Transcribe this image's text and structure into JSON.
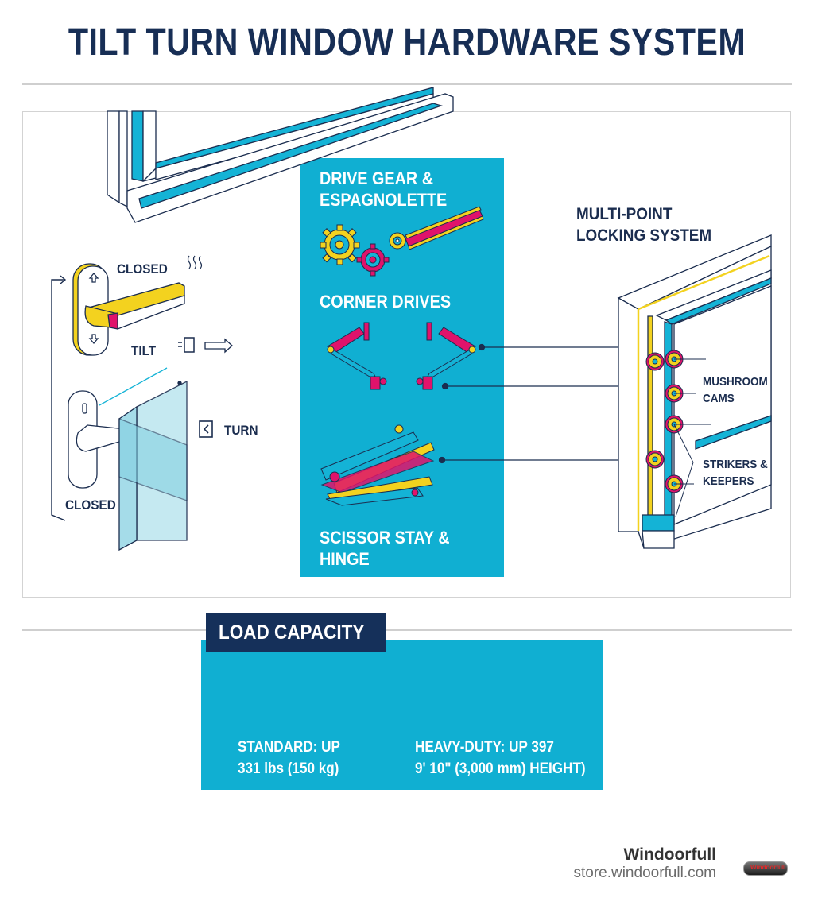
{
  "title": "TILT TURN WINDOW HARDWARE SYSTEM",
  "colors": {
    "navy": "#172e55",
    "cyan": "#10afd2",
    "yellow": "#f3d21f",
    "magenta": "#e0136b",
    "rule": "#cfcfcf"
  },
  "handle_section": {
    "label_closed_top": "CLOSED",
    "label_tilt": "TILT",
    "label_turn": "TURN",
    "label_closed_bottom": "CLOSED"
  },
  "components_panel": {
    "drive_gear": [
      "DRIVE GEAR &",
      "ESPAGNOLETTE"
    ],
    "corner_drives": "CORNER DRIVES",
    "scissor_stay": [
      "SCISSOR STAY &",
      "HINGE"
    ]
  },
  "locking_section": {
    "title": [
      "MULTI-POINT",
      "LOCKING SYSTEM"
    ],
    "mushroom_cams": [
      "MUSHROOM",
      "CAMS"
    ],
    "strikers": [
      "STRIKERS &",
      "KEEPERS"
    ]
  },
  "load_capacity": {
    "heading": "LOAD CAPACITY",
    "standard": [
      "STANDARD: UP",
      "331 lbs (150 kg)"
    ],
    "heavy_duty": [
      "HEAVY-DUTY: UP  397",
      "9' 10\" (3,000 mm) HEIGHT)"
    ]
  },
  "footer": {
    "brand": "Windoorfull",
    "url": "store.windoorfull.com",
    "badge": "Windoorfull"
  }
}
